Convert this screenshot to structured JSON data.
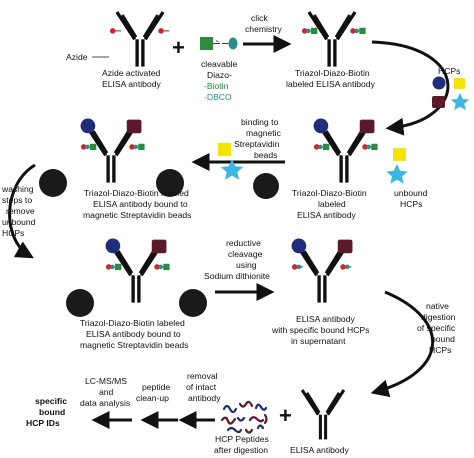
{
  "colors": {
    "blue": "#1f2d7a",
    "maroon": "#5a1a2a",
    "green": "#2e8a3e",
    "red": "#d8202a",
    "teal": "#2b8c8c",
    "yellow": "#f2e600",
    "cyan": "#3fb6e0",
    "bead": "#1a1a1a",
    "ink": "#111111",
    "biotin_text": "#1e8a3a"
  },
  "step1": {
    "azide_label": "Azide",
    "plus": "+",
    "caption": [
      "Azide activated",
      "ELISA antibody"
    ],
    "reagent": {
      "n3_tag": "N₃",
      "cleavable": "cleavable",
      "diazo": "Diazo-",
      "biotin": "-Biotin",
      "dbco": "-DBCO"
    },
    "arrow_label": [
      "click",
      "chemistry"
    ]
  },
  "step2": {
    "caption": [
      "Triazol-Diazo-Biotin",
      "labeled ELISA antibody"
    ],
    "hcps_label": "HCPs"
  },
  "step3": {
    "arrow_label": [
      "binding to",
      "magnetic",
      "Streptavidin",
      "beads"
    ],
    "left_caption": [
      "Triazol-Diazo-Biotin labeled",
      "ELISA antibody bound to",
      "magnetic Streptavidin beads"
    ],
    "right_caption": [
      "Triazol-Diazo-Biotin",
      "labeled",
      "ELISA antibody"
    ],
    "unbound_label": [
      "unbound",
      "HCPs"
    ]
  },
  "washing_label": [
    "washing",
    "steps to",
    "remove",
    "unbound",
    "HCPs"
  ],
  "step4": {
    "left_caption": [
      "Triazol-Diazo-Biotin labeled",
      "ELISA antibody bound to",
      "magnetic Streptavidin beads"
    ],
    "arrow_label": [
      "reductive",
      "cleavage",
      "using",
      "Sodium dithionite"
    ],
    "right_caption": [
      "ELISA antibody",
      "with specific bound HCPs",
      "in supernatant"
    ],
    "curve_label": [
      "native",
      "digestion",
      "of specific",
      "bound",
      "HCPs"
    ]
  },
  "step5": {
    "antibody_caption": "ELISA antibody",
    "plus": "+",
    "peptides_caption": [
      "HCP Peptides",
      "after digestion"
    ],
    "removal_label": [
      "removal",
      "of intact",
      "antibody"
    ],
    "cleanup_label": [
      "peptide",
      "clean-up"
    ],
    "lcms_label": [
      "LC-MS/MS",
      "and",
      "data analysis"
    ],
    "result_label": [
      "specific",
      "bound",
      "HCP IDs"
    ]
  }
}
